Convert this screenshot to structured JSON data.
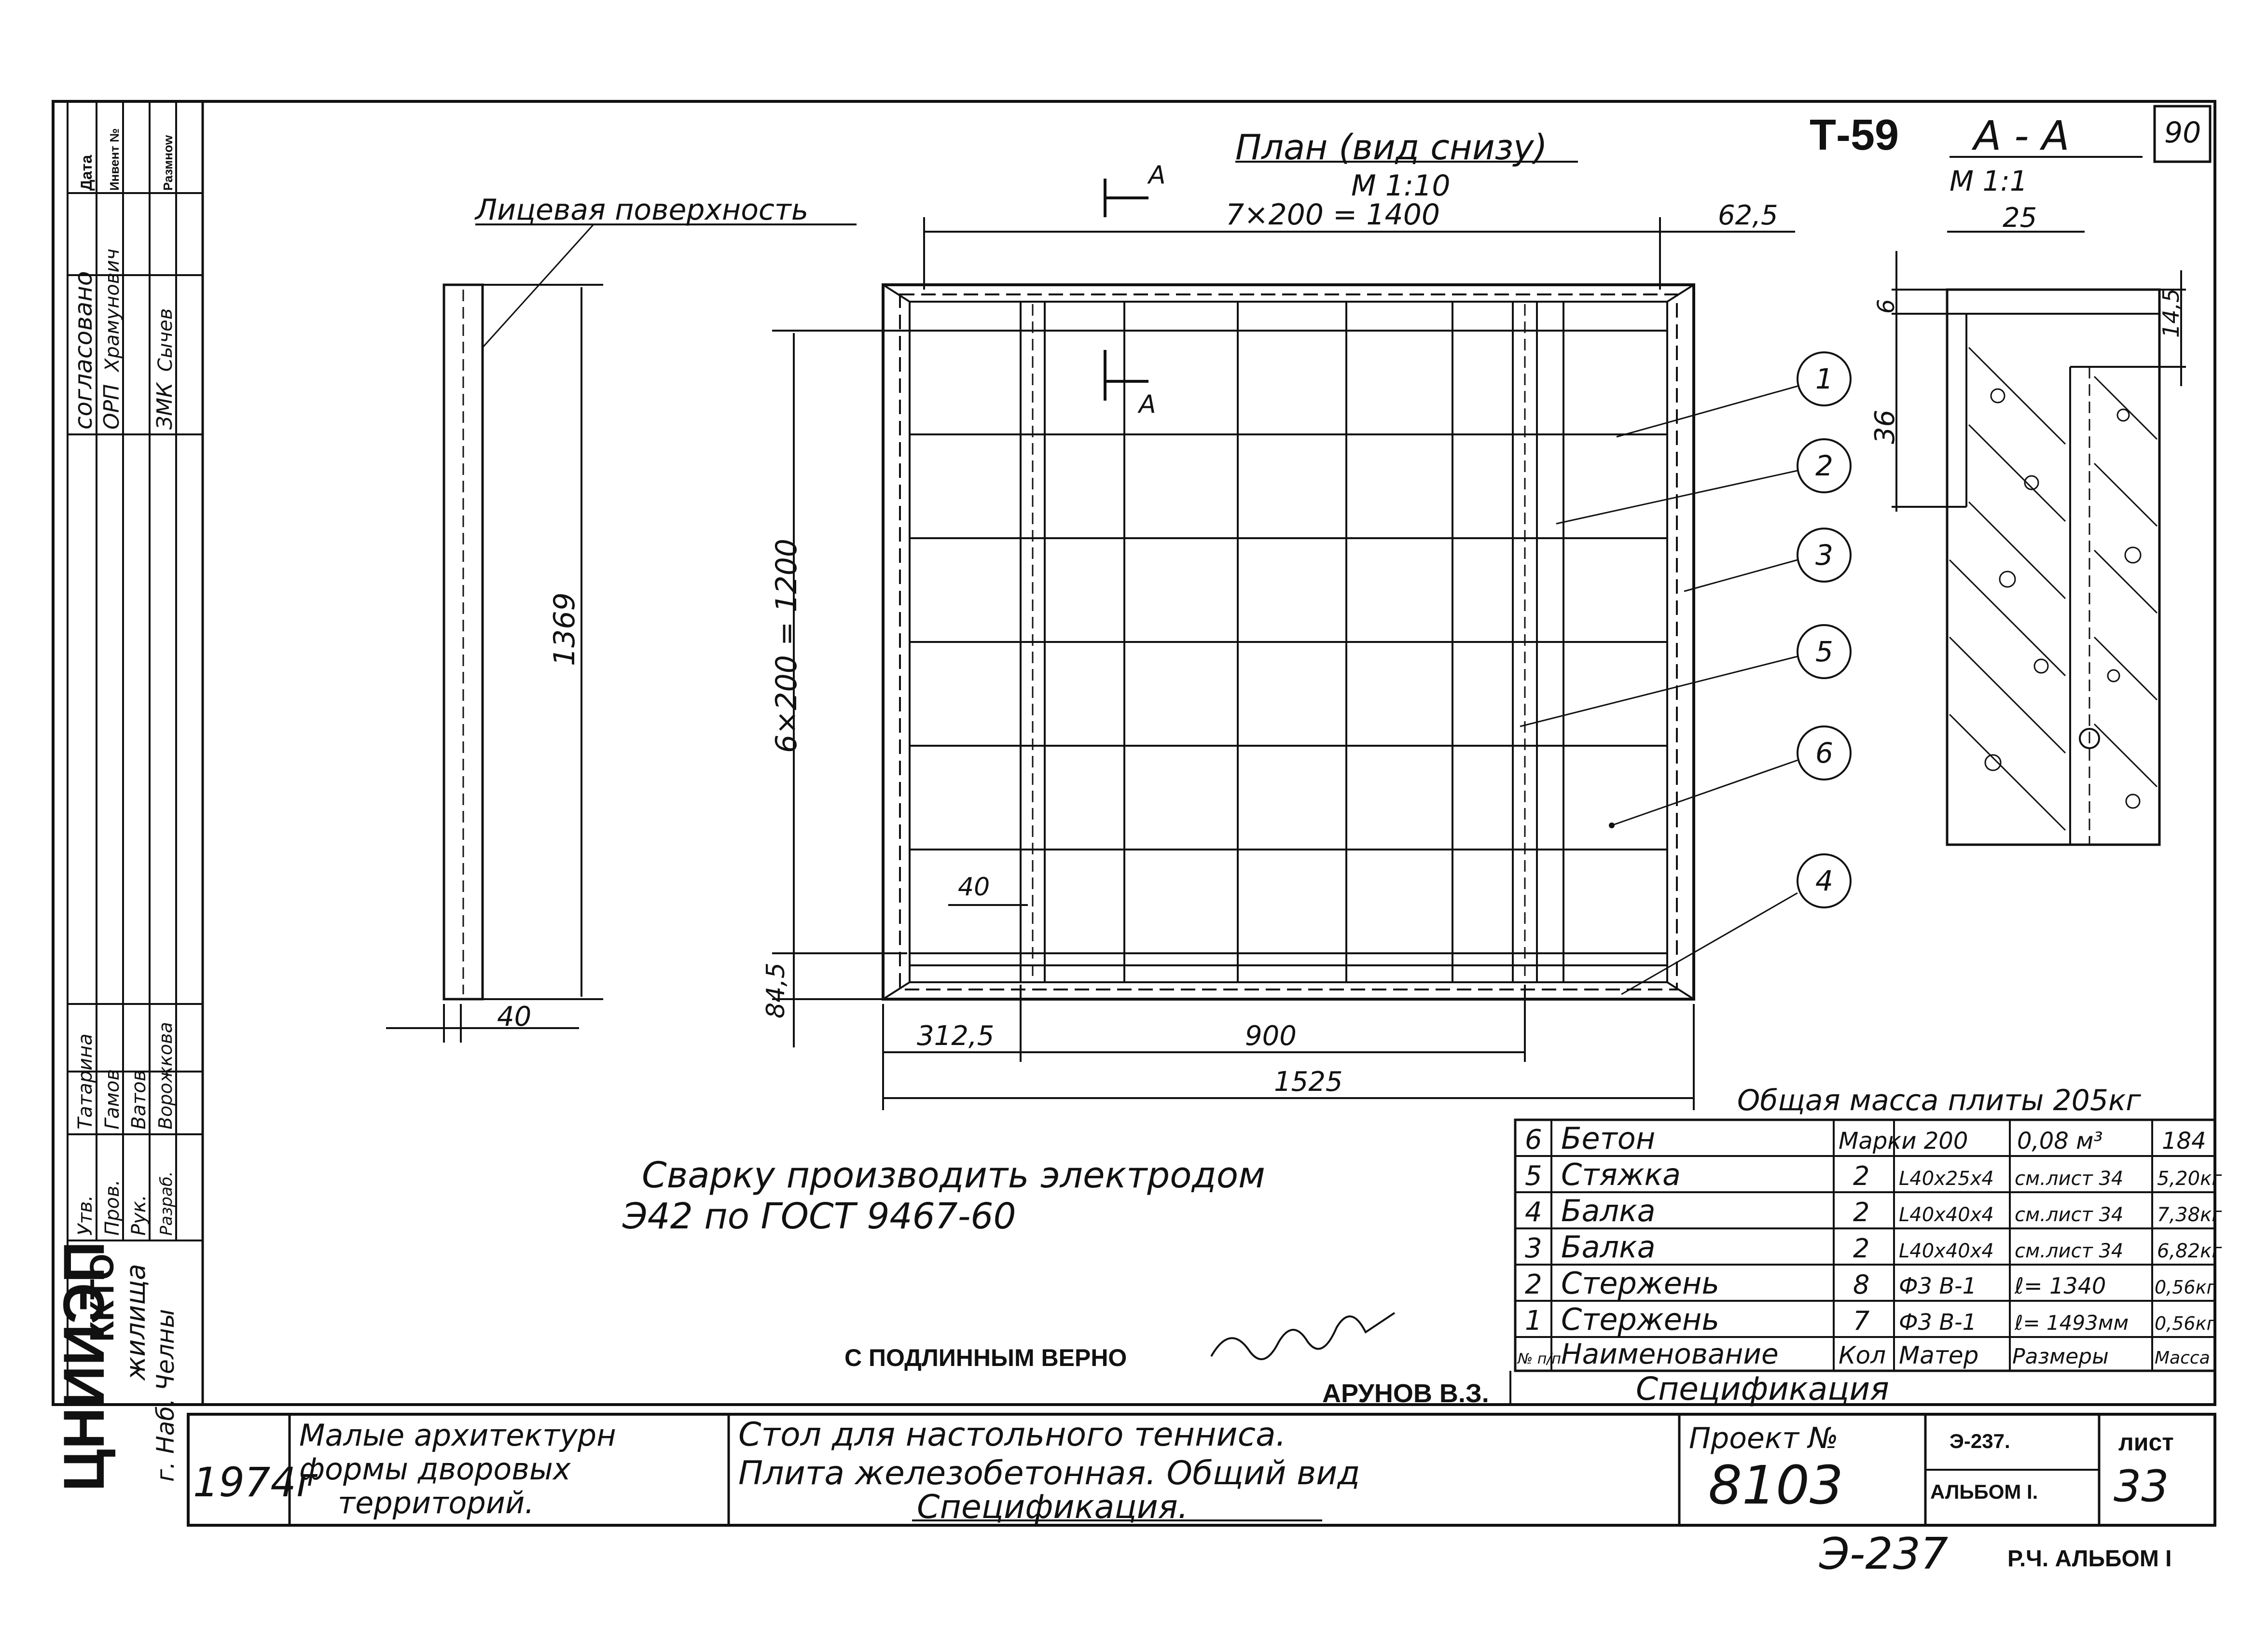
{
  "header": {
    "series_code": "Т-59",
    "page_number": "90"
  },
  "plan": {
    "title": "План (вид снизу)",
    "scale": "М 1:10",
    "dim_top": "7×200 = 1400",
    "dim_right_top": "62,5",
    "dim_side": "6×200 = 1200",
    "dim_bottom_offset": "84,5",
    "dim_inner": "40",
    "dim_bottom_left": "312,5",
    "dim_bottom_mid": "900",
    "dim_overall": "1525",
    "cut_label_1": "А",
    "cut_label_2": "А",
    "callouts": [
      "1",
      "2",
      "3",
      "5",
      "6",
      "4"
    ]
  },
  "side_view": {
    "label": "Лицевая поверхность",
    "height": "1369",
    "width": "40"
  },
  "section": {
    "title": "А - А",
    "scale": "М 1:1",
    "dim_width": "25",
    "dim_top": "6",
    "dim_right": "14,5",
    "dim_height": "36"
  },
  "weld_note": {
    "line1": "Сварку производить электродом",
    "line2": "Э42 по ГОСТ 9467-60"
  },
  "total_mass": "Общая масса плиты 205кг",
  "spec_table": {
    "rows": [
      {
        "no": "6",
        "name": "Бетон",
        "qty": "Марки 200",
        "material": "",
        "size": "0,08 м³",
        "mass": "184"
      },
      {
        "no": "5",
        "name": "Стяжка",
        "qty": "2",
        "material": "L40х25х4",
        "size": "см.лист 34",
        "mass": "5,20кг"
      },
      {
        "no": "4",
        "name": "Балка",
        "qty": "2",
        "material": "L40х40х4",
        "size": "см.лист 34",
        "mass": "7,38кг"
      },
      {
        "no": "3",
        "name": "Балка",
        "qty": "2",
        "material": "L40х40х4",
        "size": "см.лист 34",
        "mass": "6,82кг"
      },
      {
        "no": "2",
        "name": "Стержень",
        "qty": "8",
        "material": "Ф3 В-1",
        "size": "ℓ= 1340",
        "mass": "0,56кг"
      },
      {
        "no": "1",
        "name": "Стержень",
        "qty": "7",
        "material": "Ф3 В-1",
        "size": "ℓ= 1493мм",
        "mass": "0,56кг"
      }
    ],
    "header": {
      "no": "№ п/п",
      "name": "Наименование",
      "qty": "Кол",
      "material": "Матер",
      "size": "Размеры",
      "mass": "Масса"
    },
    "caption": "Спецификация"
  },
  "certification": {
    "text": "С ПОДЛИННЫМ ВЕРНО",
    "signer": "АРУНОВ В.З."
  },
  "left_strip": {
    "header": "согласовано",
    "col_date": "Дата",
    "col_inv": "Инвент №",
    "col_sign": "Размноw",
    "rows": [
      {
        "role": "ОРП",
        "name": "Храмунович"
      },
      {
        "role": "ЗМК",
        "name": "Сычев"
      }
    ],
    "org": "ЦНИИЭП",
    "org_line2": "ККТО",
    "org_line3": "жилища",
    "org_line4": "г. Наб. Челны",
    "approvals": [
      {
        "role": "Утв.",
        "name": "Татарина"
      },
      {
        "role": "Пров.",
        "name": "Гамов"
      },
      {
        "role": "Рук.",
        "name": "Ватов"
      },
      {
        "role": "Разраб.",
        "name": "Ворожкова"
      }
    ]
  },
  "title_block": {
    "year": "1974г",
    "project_group_line1": "Малые архитектурн",
    "project_group_line2": "формы дворовых",
    "project_group_line3": "территорий.",
    "title_line1": "Стол для настольного тенниса.",
    "title_line2": "Плита железобетонная. Общий вид",
    "title_line3": "Спецификация.",
    "project_label": "Проект №",
    "project_number": "8103",
    "series_code": "Э-237.",
    "album": "АЛЬБОМ I.",
    "sheet_label": "лист",
    "sheet_number": "33"
  },
  "footer": {
    "code": "Э-237",
    "album": "Р.Ч. АЛЬБОМ I"
  }
}
